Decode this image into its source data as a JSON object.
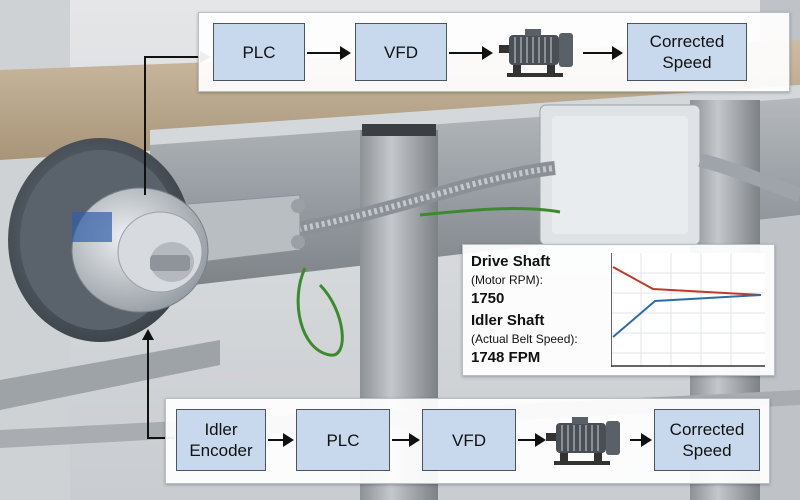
{
  "top_flow": {
    "plc": "PLC",
    "vfd": "VFD",
    "motor_icon": "electric-motor-icon",
    "output": "Corrected\nSpeed"
  },
  "bottom_flow": {
    "encoder": "Idler\nEncoder",
    "plc": "PLC",
    "vfd": "VFD",
    "motor_icon": "electric-motor-icon",
    "output": "Corrected\nSpeed"
  },
  "readout": {
    "drive_label": "Drive Shaft",
    "drive_sub": "(Motor RPM):",
    "drive_value": "1750",
    "idler_label": "Idler Shaft",
    "idler_sub": "(Actual Belt Speed):",
    "idler_value": "1748 FPM"
  },
  "colors": {
    "drive_line": "#c0392b",
    "idler_line": "#2e6da4",
    "box_fill": "#c8d9ee"
  }
}
